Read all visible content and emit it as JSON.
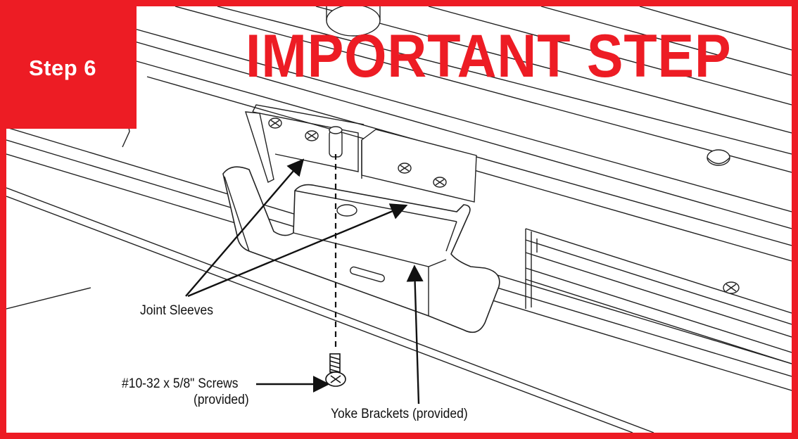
{
  "step": {
    "label": "Step 6"
  },
  "heading": "IMPORTANT STEP",
  "callouts": {
    "joint_sleeves": "Joint Sleeves",
    "screws_line1": "#10-32 x 5/8\" Screws",
    "screws_line2": "(provided)",
    "yoke_brackets": "Yoke Brackets (provided)"
  },
  "colors": {
    "accent": "#ed1c24",
    "line": "#111111",
    "background": "#ffffff"
  },
  "icons": [
    "phillips-screw-head-icon",
    "screw-icon",
    "arrow-icon"
  ]
}
